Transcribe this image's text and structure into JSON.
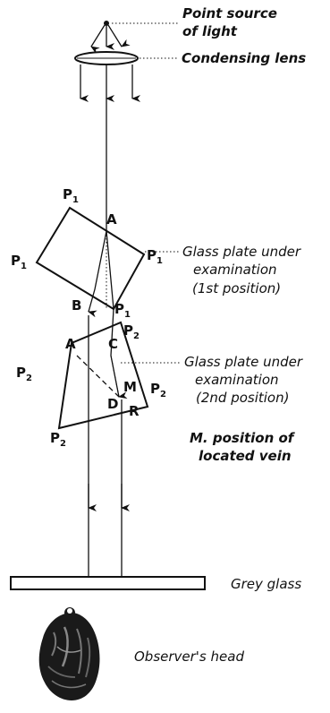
{
  "captions": {
    "point_source": [
      "Point source",
      "of light"
    ],
    "condensing_lens": "Condensing lens",
    "plate_first": [
      "Glass plate under",
      "examination",
      "(1st position)"
    ],
    "plate_second": [
      "Glass plate under",
      "examination",
      "(2nd position)"
    ],
    "vein": [
      "M. position of",
      "located vein"
    ],
    "grey_glass": "Grey glass",
    "observer_head": "Observer's head"
  },
  "points": {
    "p_letter": "P",
    "sub1": "1",
    "sub2": "2",
    "A": "A",
    "B": "B",
    "C": "C",
    "D": "D",
    "M": "M",
    "R": "R"
  }
}
